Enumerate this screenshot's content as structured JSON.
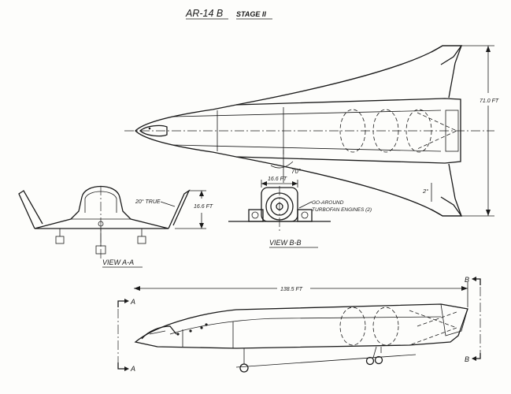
{
  "title": "AR-14 B",
  "subtitle": "STAGE II",
  "dimensions": {
    "length_top": "71.0 FT",
    "span_rear": "16.6 FT",
    "height_front": "16.6 FT",
    "length_side": "138.5 FT",
    "angle_sweep": "70°",
    "angle_small": "2°",
    "angle_dihedral": "20° TRUE"
  },
  "callouts": {
    "engines_line1": "GO-AROUND",
    "engines_line2": "TURBOFAN ENGINES (2)"
  },
  "views": {
    "front": "VIEW  A-A",
    "rear": "VIEW  B-B"
  },
  "section_marks": {
    "a_top": "A",
    "a_bottom": "A",
    "b_top": "B",
    "b_bottom": "B"
  }
}
